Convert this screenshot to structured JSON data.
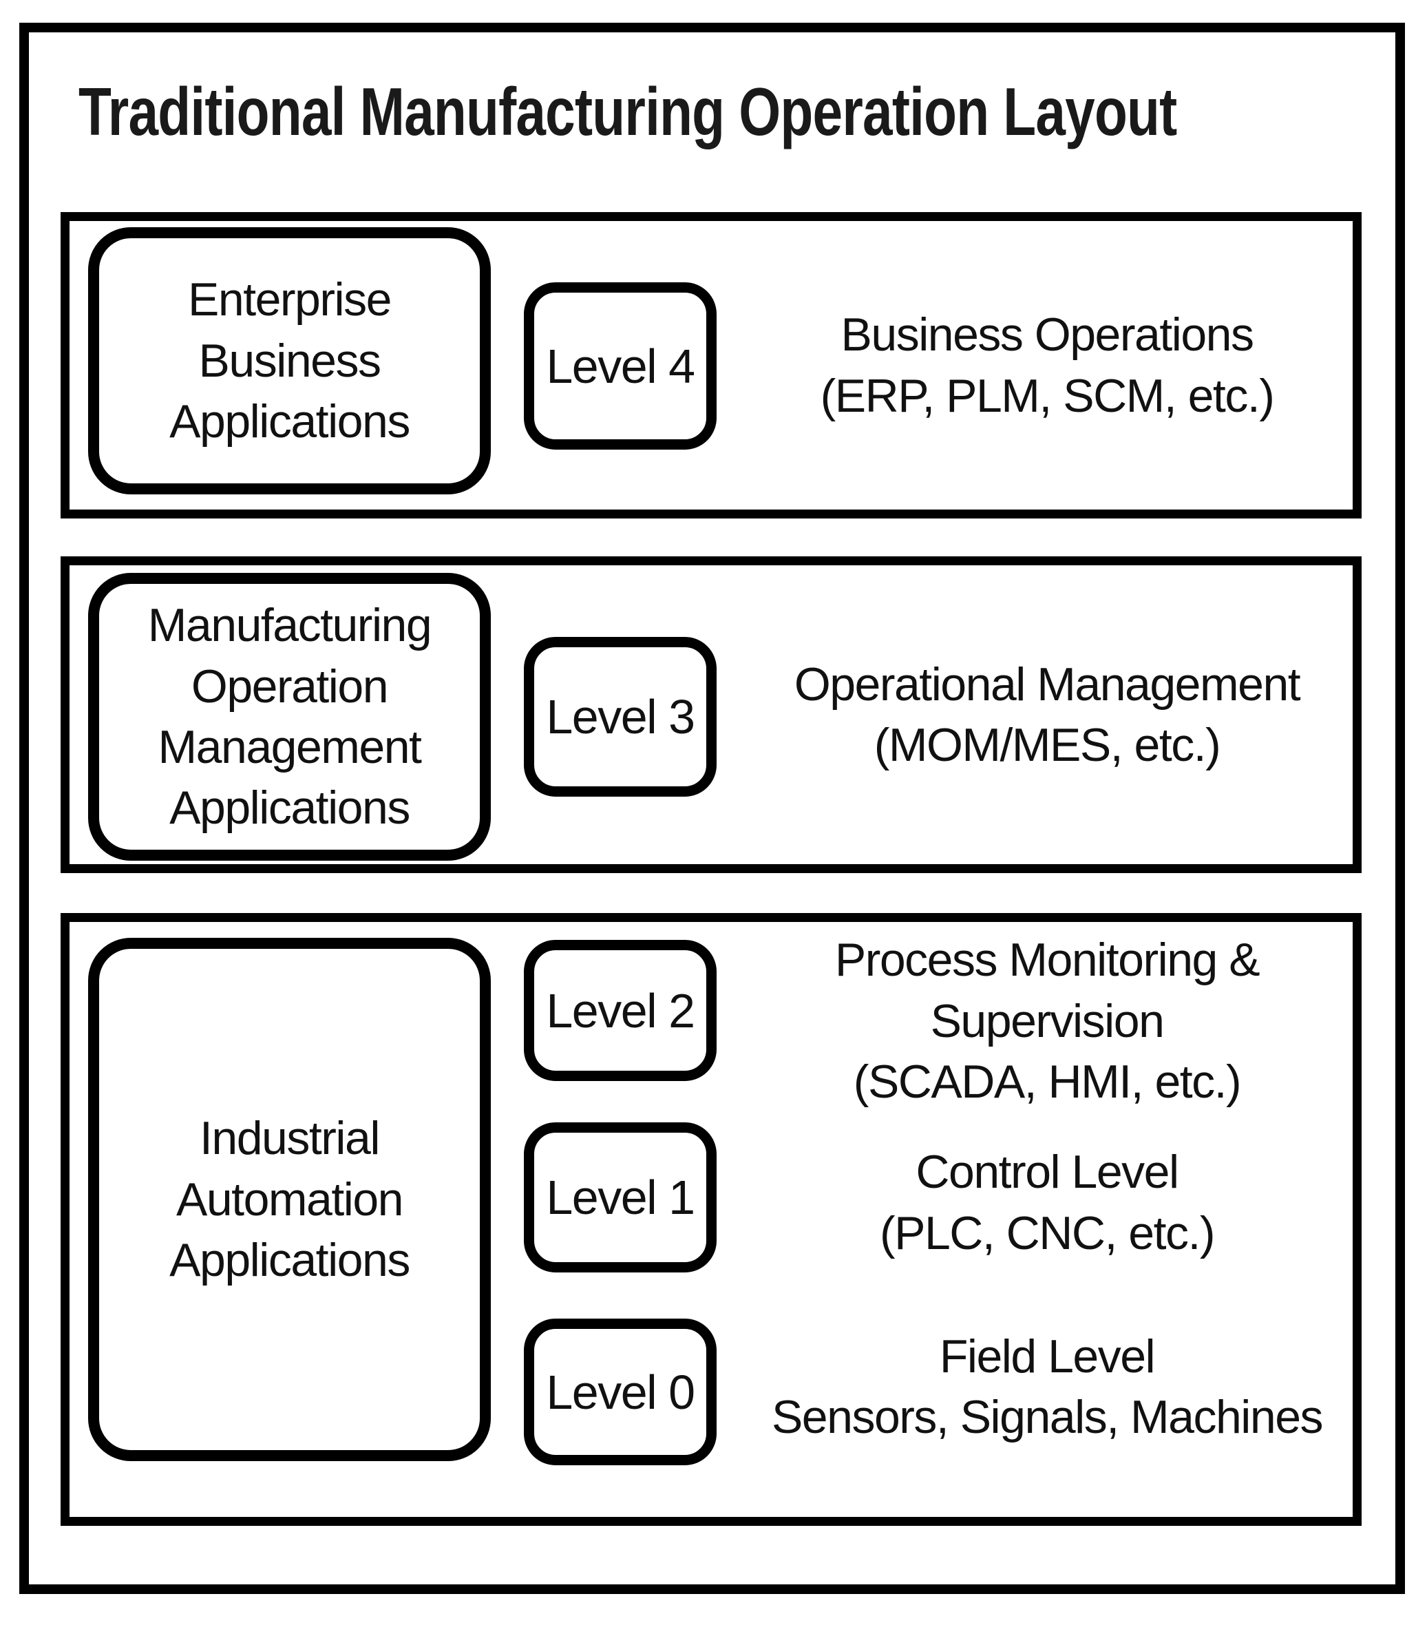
{
  "title": "Traditional Manufacturing Operation Layout",
  "colors": {
    "background": "#ffffff",
    "border": "#000000",
    "text": "#111111"
  },
  "sections": [
    {
      "id": "business",
      "app_box_label": "Enterprise\nBusiness\nApplications",
      "rows": [
        {
          "level_label": "Level 4",
          "description": "Business Operations\n(ERP, PLM, SCM, etc.)"
        }
      ]
    },
    {
      "id": "operations-management",
      "app_box_label": "Manufacturing\nOperation\nManagement\nApplications",
      "rows": [
        {
          "level_label": "Level 3",
          "description": "Operational Management\n(MOM/MES, etc.)"
        }
      ]
    },
    {
      "id": "industrial-automation",
      "app_box_label": "Industrial\nAutomation\nApplications",
      "rows": [
        {
          "level_label": "Level 2",
          "description": "Process Monitoring &\nSupervision\n(SCADA, HMI, etc.)"
        },
        {
          "level_label": "Level 1",
          "description": "Control Level\n(PLC, CNC, etc.)"
        },
        {
          "level_label": "Level 0",
          "description": "Field Level\nSensors, Signals, Machines"
        }
      ]
    }
  ]
}
